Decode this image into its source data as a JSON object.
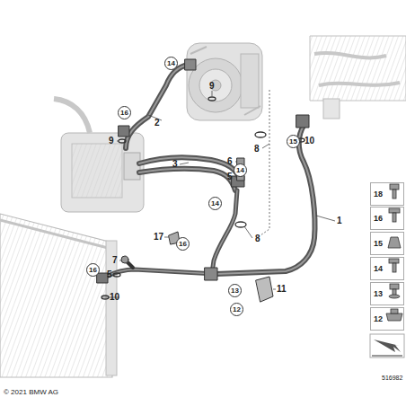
{
  "diagram": {
    "nodes": [
      {
        "text": [
          "14"
        ]
      },
      {
        "text": [
          "16"
        ]
      },
      {
        "text": [
          "15"
        ]
      },
      {
        "text": [
          "14"
        ]
      },
      {
        "text": [
          "14"
        ]
      },
      {
        "text": [
          "16"
        ]
      },
      {
        "text": [
          "16"
        ]
      },
      {
        "text": [
          "13"
        ]
      },
      {
        "text": [
          "12"
        ]
      },
      {
        "text": [
          "18"
        ]
      },
      {
        "text": [
          "16"
        ]
      },
      {
        "text": [
          "15"
        ]
      },
      {
        "text": [
          "14"
        ]
      },
      {
        "text": [
          "13"
        ]
      },
      {
        "text": [
          "12"
        ]
      }
    ],
    "labels": [
      "9",
      "2",
      "9",
      "10",
      "8",
      "6",
      "3",
      "5",
      "1",
      "17",
      "8",
      "7",
      "5",
      "10",
      "11",
      "516982",
      "© 2021 BMW AG"
    ]
  }
}
